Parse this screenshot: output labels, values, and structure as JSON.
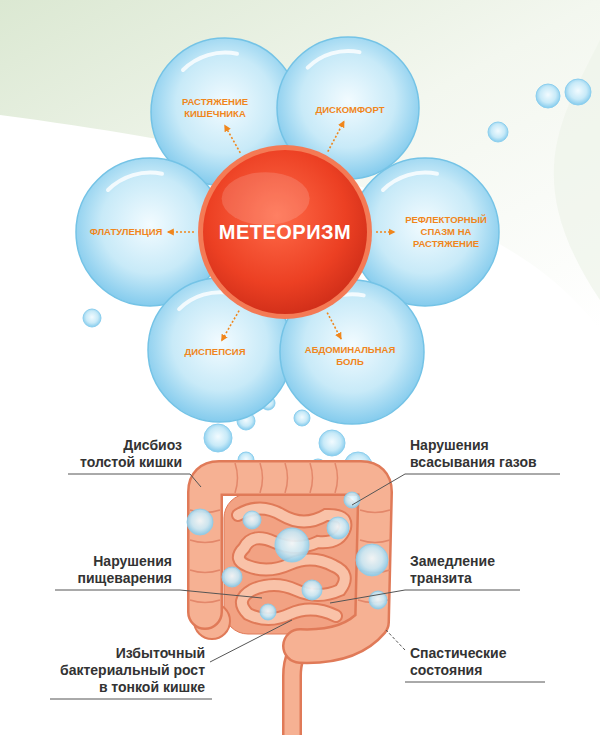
{
  "diagram": {
    "nodes": [
      {
        "text": [
          "РАСТЯЖЕНИЕ КИШЕЧНИКА"
        ]
      },
      {
        "text": [
          "ДИСКОМФОРТ"
        ]
      },
      {
        "text": [
          "ФЛАТУЛЕНЦИЯ"
        ]
      },
      {
        "text": [
          "МЕТЕОРИЗМ"
        ]
      },
      {
        "text": [
          "РЕФЛЕКТОРНЫЙ СПАЗМ НА РАСТЯЖЕНИЕ"
        ]
      },
      {
        "text": [
          "ДИСПЕПСИЯ"
        ]
      },
      {
        "text": [
          "АБДОМИНАЛЬНАЯ БОЛЬ"
        ]
      }
    ],
    "edges": [
      {
        "from": 3,
        "to": 0,
        "arrow": "to"
      },
      {
        "from": 3,
        "to": 1,
        "arrow": "to"
      },
      {
        "from": 3,
        "to": 2,
        "arrow": "to"
      },
      {
        "from": 3,
        "to": 4,
        "arrow": "to"
      },
      {
        "from": 3,
        "to": 5,
        "arrow": "to"
      },
      {
        "from": 3,
        "to": 6,
        "arrow": "to"
      }
    ],
    "labels": [
      "Дисбиоз толстой кишки",
      "Нарушения всасывания газов",
      "Нарушения пищеварения",
      "Замедление транзита",
      "Избыточный бактериальный рост в тонкой кишке",
      "Спастические состояния"
    ]
  }
}
